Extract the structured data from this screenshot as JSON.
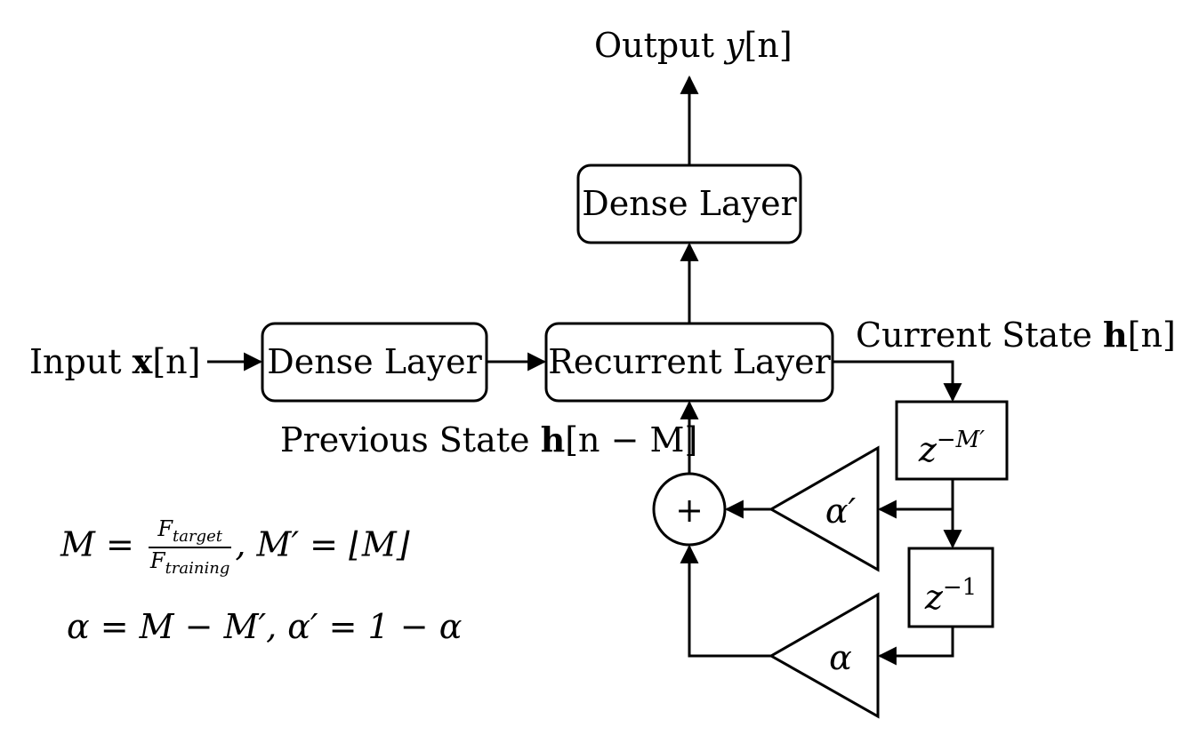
{
  "blocks": {
    "dense_input": "Dense Layer",
    "recurrent": "Recurrent Layer",
    "dense_output": "Dense Layer",
    "delay_m_base": "z",
    "delay_m_exp": "−M′",
    "delay_1_base": "z",
    "delay_1_exp": "−1",
    "gain_alpha_prime": "α′",
    "gain_alpha": "α",
    "sum_symbol": "+"
  },
  "labels": {
    "input_prefix": "Input",
    "input_var": "x",
    "input_idx": "[n]",
    "output_prefix": "Output",
    "output_var": "y",
    "output_idx": "[n]",
    "current_prefix": "Current State",
    "current_var": "h",
    "current_idx": "[n]",
    "previous_prefix": "Previous State",
    "previous_var": "h",
    "previous_idx": "[n − M]"
  },
  "equations": {
    "eq1_lhs": "M =",
    "eq1_num": "F",
    "eq1_num_sub": "target",
    "eq1_den": "F",
    "eq1_den_sub": "training",
    "eq1_rhs": ", M′ = ⌊M⌋",
    "eq2": "α = M − M′, α′ = 1 − α"
  }
}
